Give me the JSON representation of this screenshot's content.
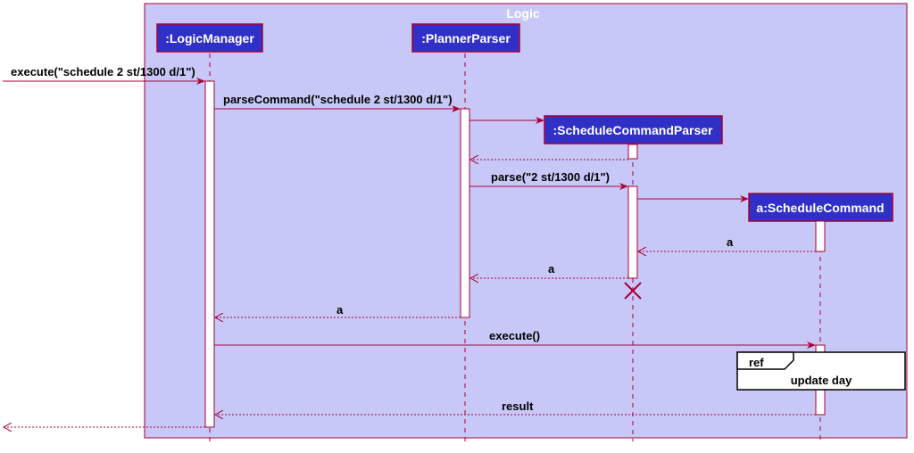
{
  "frame": {
    "title": "Logic"
  },
  "participants": {
    "logic_manager": ":LogicManager",
    "planner_parser": ":PlannerParser",
    "schedule_command_parser": ":ScheduleCommandParser",
    "schedule_command": "a:ScheduleCommand"
  },
  "messages": {
    "execute_in": "execute(\"schedule 2 st/1300 d/1\")",
    "parse_command": "parseCommand(\"schedule 2 st/1300 d/1\")",
    "parse": "parse(\"2 st/1300 d/1\")",
    "return_a_command": "a",
    "return_a_parser": "a",
    "return_a_logic": "a",
    "execute": "execute()",
    "result": "result"
  },
  "ref": {
    "tag": "ref",
    "label": "update day"
  },
  "colors": {
    "frame_fill": "#c8c8f8",
    "frame_border": "#a80036",
    "box_fill": "#3030c8",
    "box_border": "#a80036",
    "arrow": "#a80036",
    "activation_fill": "#ffffff"
  }
}
